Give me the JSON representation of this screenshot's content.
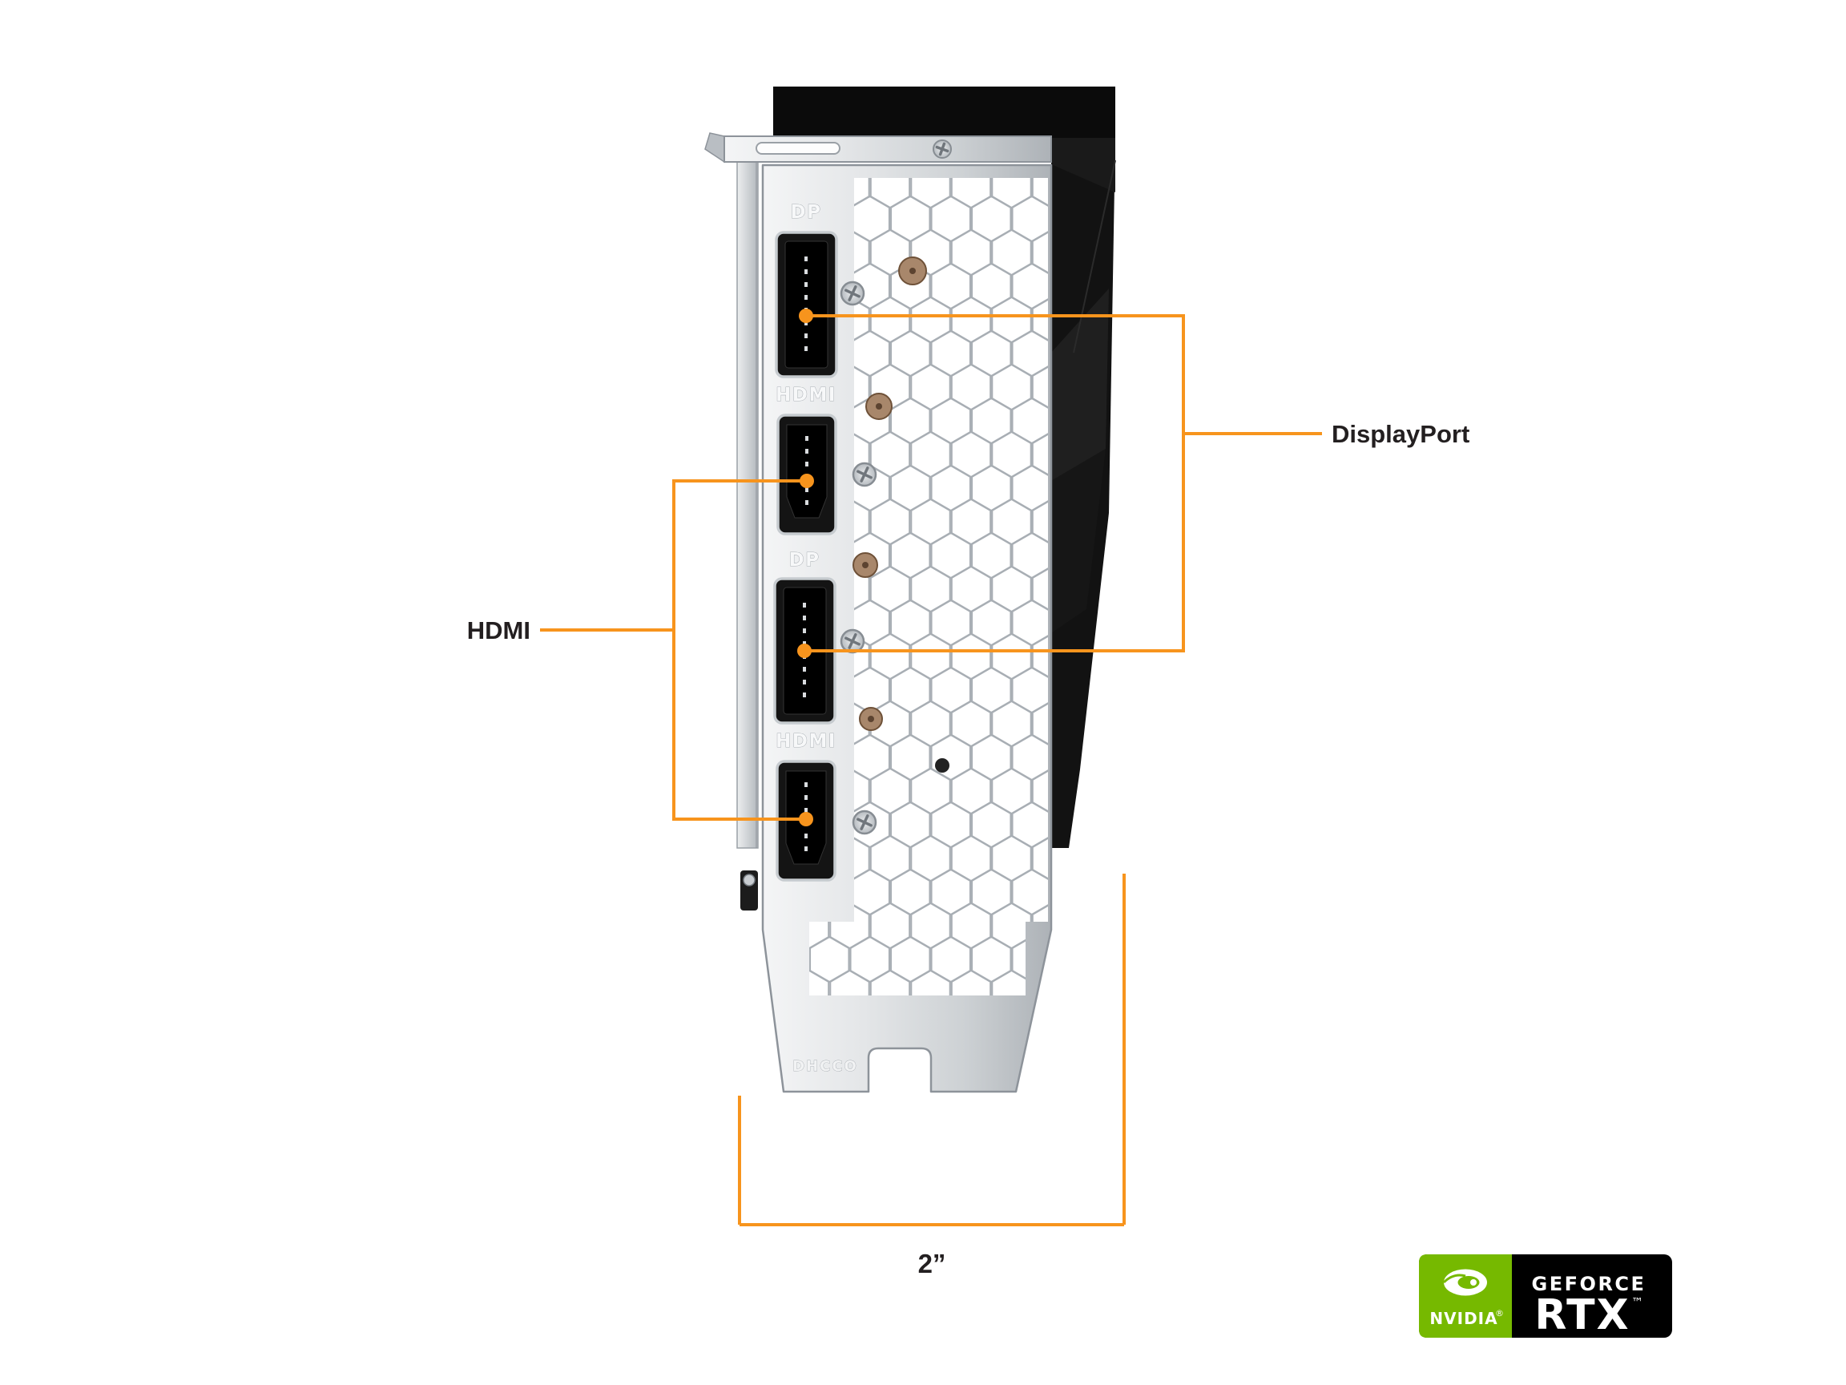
{
  "colors": {
    "callout_orange": "#F7941D",
    "nvidia_green": "#76B900",
    "label_text": "#231F20"
  },
  "card": {
    "ports": [
      {
        "label": "DP"
      },
      {
        "label": "HDMI"
      },
      {
        "label": "DP"
      },
      {
        "label": "HDMI"
      }
    ],
    "bracket_stamp": "DHCCO"
  },
  "callouts": {
    "displayport_label": "DisplayPort",
    "hdmi_label": "HDMI",
    "dimension_label": "2”"
  },
  "badge": {
    "nvidia_label": "NVIDIA",
    "registered_mark": "®",
    "geforce_label": "GEFORCE",
    "rtx_label": "RTX",
    "trademark_mark": "™"
  }
}
